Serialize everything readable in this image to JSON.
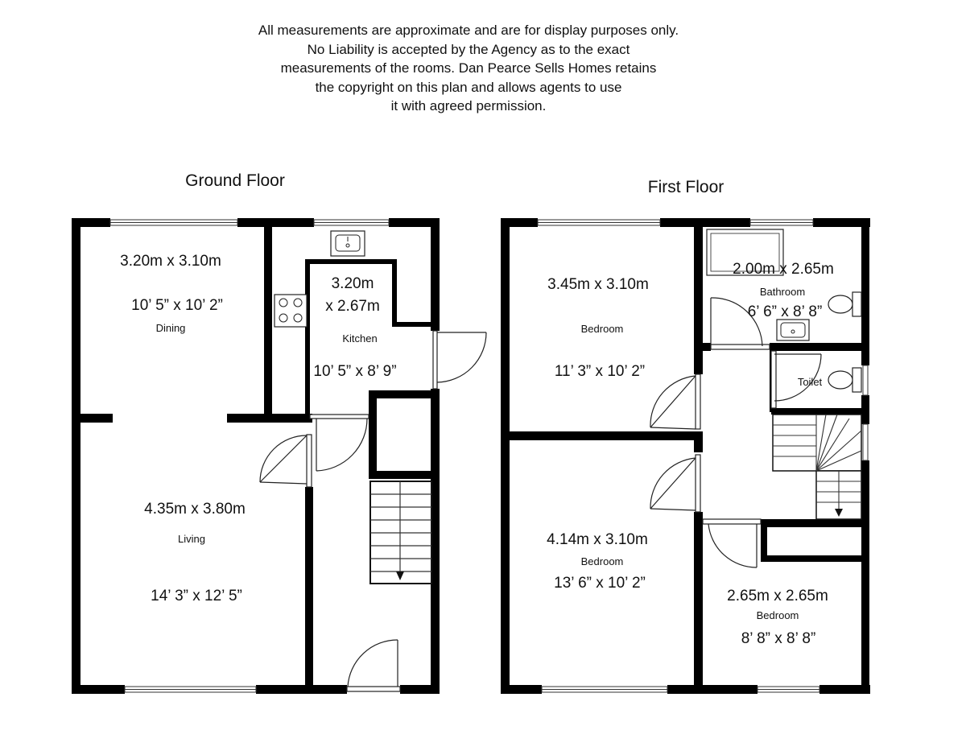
{
  "disclaimer": {
    "lines": [
      "All measurements are approximate and are for display purposes only.",
      "No Liability is accepted by the Agency as to the exact",
      "measurements of the rooms. Dan Pearce Sells Homes retains",
      "the copyright on this plan and allows agents to use",
      "it with agreed permission."
    ]
  },
  "ground_floor": {
    "title": "Ground Floor",
    "dining": {
      "metric": "3.20m x 3.10m",
      "imperial": "10’ 5” x 10’ 2”",
      "name": "Dining"
    },
    "kitchen": {
      "metric_line1": "3.20m",
      "metric_line2": "x 2.67m",
      "name": "Kitchen",
      "imperial": "10’ 5” x 8’ 9”"
    },
    "living": {
      "metric": "4.35m x 3.80m",
      "name": "Living",
      "imperial": "14’ 3” x 12’ 5”"
    }
  },
  "first_floor": {
    "title": "First Floor",
    "bedroom1": {
      "metric": "3.45m x 3.10m",
      "name": "Bedroom",
      "imperial": "11’ 3” x 10’ 2”"
    },
    "bathroom": {
      "metric": "2.00m x 2.65m",
      "name": "Bathroom",
      "imperial": "6’ 6” x 8’ 8”"
    },
    "toilet": {
      "name": "Toilet"
    },
    "bedroom2": {
      "metric": "4.14m x 3.10m",
      "name": "Bedroom",
      "imperial": "13’ 6” x 10’ 2”"
    },
    "bedroom3": {
      "metric": "2.65m x 2.65m",
      "name": "Bedroom",
      "imperial": "8’ 8” x 8’ 8”"
    }
  }
}
